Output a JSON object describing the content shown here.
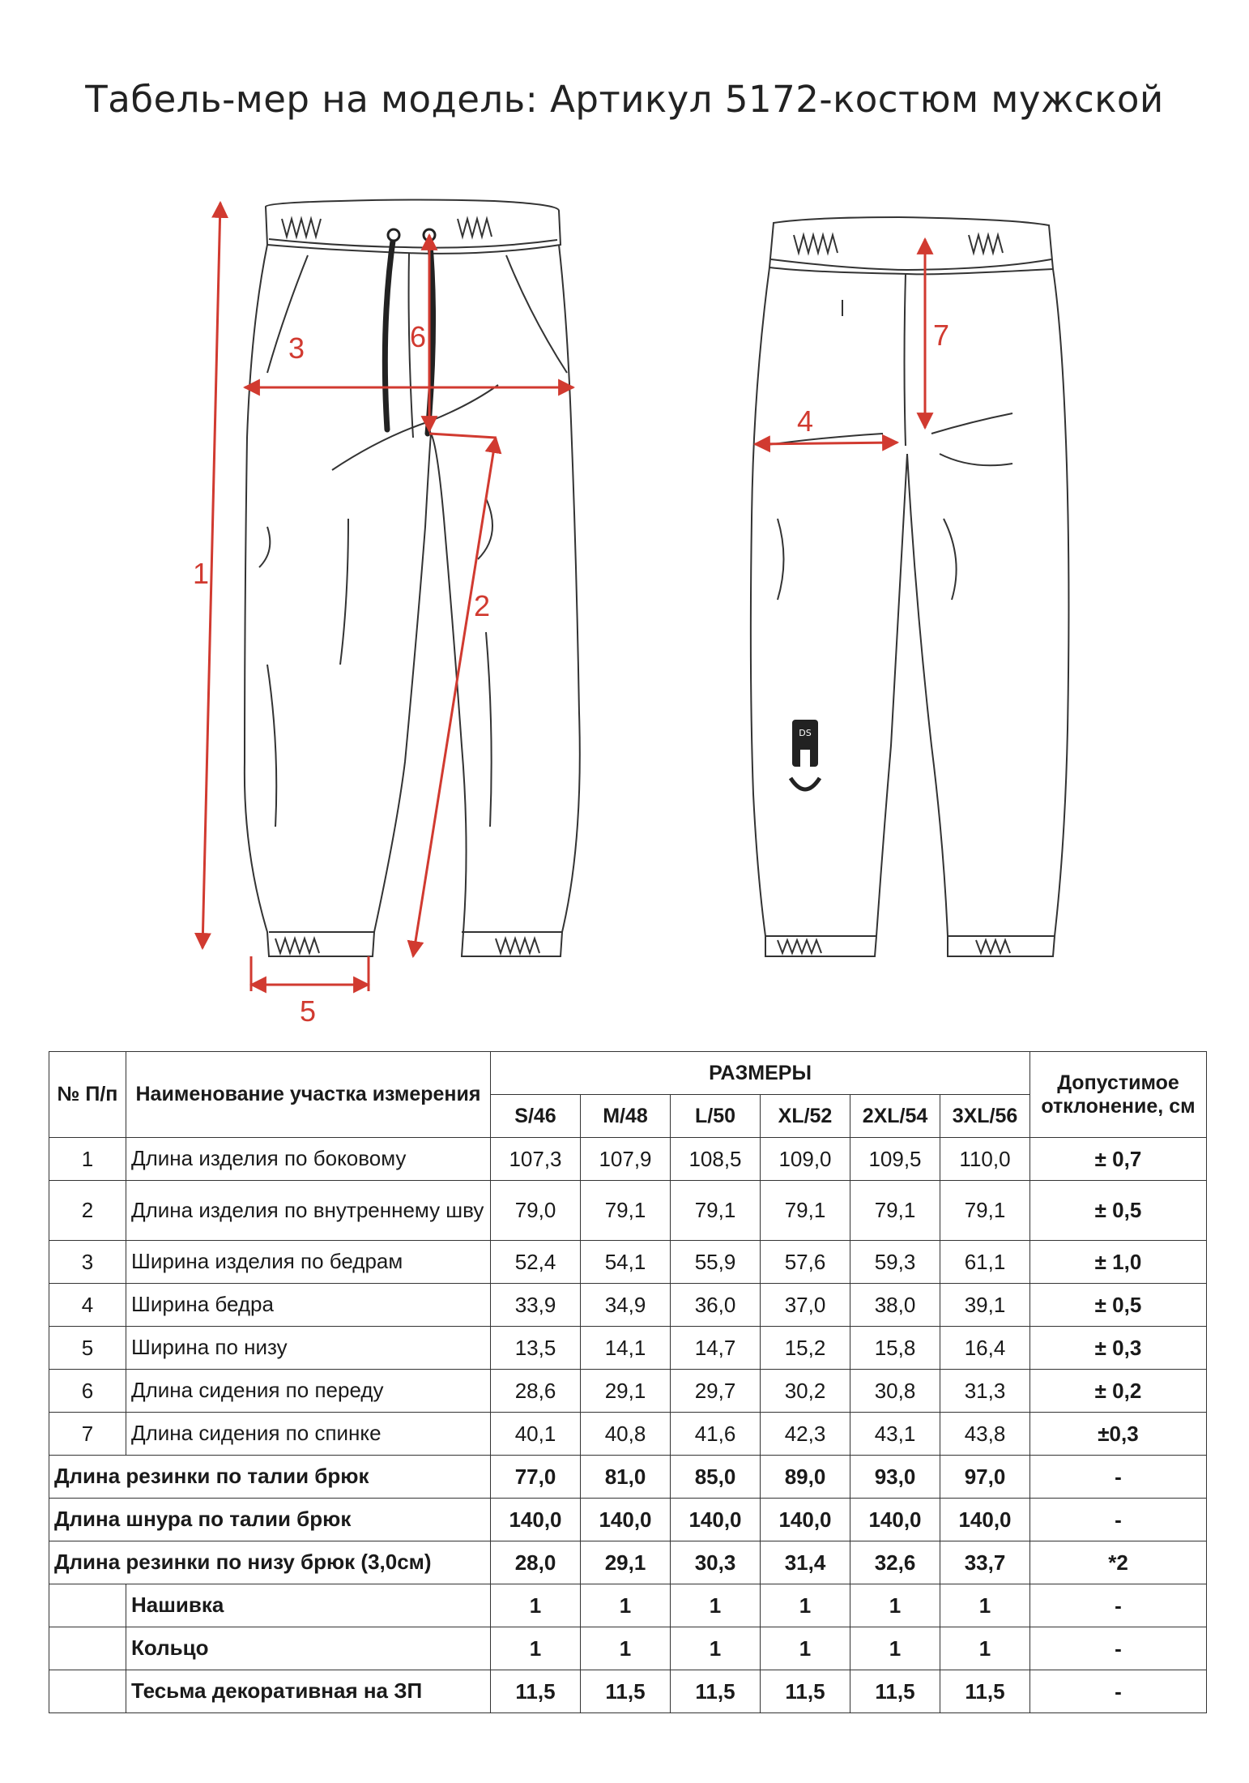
{
  "page": {
    "title": "Табель-мер на модель: Артикул 5172-костюм мужской"
  },
  "drawing": {
    "accent_color": "#d13a30",
    "dimension_labels": [
      "1",
      "2",
      "3",
      "4",
      "5",
      "6",
      "7"
    ],
    "logo_text": "DS"
  },
  "table": {
    "header": {
      "num": "№ П/п",
      "name": "Наименование участка измерения",
      "sizes_group": "РАЗМЕРЫ",
      "tolerance": "Допустимое отклонение, см",
      "sizes": [
        "S/46",
        "M/48",
        "L/50",
        "XL/52",
        "2XL/54",
        "3XL/56"
      ]
    },
    "rows": [
      {
        "num": "1",
        "name": "Длина изделия по боковому",
        "values": [
          "107,3",
          "107,9",
          "108,5",
          "109,0",
          "109,5",
          "110,0"
        ],
        "tol": "± 0,7"
      },
      {
        "num": "2",
        "name": "Длина изделия по внутреннему шву",
        "values": [
          "79,0",
          "79,1",
          "79,1",
          "79,1",
          "79,1",
          "79,1"
        ],
        "tol": "± 0,5"
      },
      {
        "num": "3",
        "name": "Ширина изделия по бедрам",
        "values": [
          "52,4",
          "54,1",
          "55,9",
          "57,6",
          "59,3",
          "61,1"
        ],
        "tol": "± 1,0"
      },
      {
        "num": "4",
        "name": "Ширина бедра",
        "values": [
          "33,9",
          "34,9",
          "36,0",
          "37,0",
          "38,0",
          "39,1"
        ],
        "tol": "± 0,5"
      },
      {
        "num": "5",
        "name": "Ширина по низу",
        "values": [
          "13,5",
          "14,1",
          "14,7",
          "15,2",
          "15,8",
          "16,4"
        ],
        "tol": "± 0,3"
      },
      {
        "num": "6",
        "name": "Длина сидения по переду",
        "values": [
          "28,6",
          "29,1",
          "29,7",
          "30,2",
          "30,8",
          "31,3"
        ],
        "tol": "± 0,2"
      },
      {
        "num": "7",
        "name": "Длина сидения по спинке",
        "values": [
          "40,1",
          "40,8",
          "41,6",
          "42,3",
          "43,1",
          "43,8"
        ],
        "tol": "±0,3"
      }
    ],
    "extra_rows": [
      {
        "name": "Длина резинки по талии брюк",
        "values": [
          "77,0",
          "81,0",
          "85,0",
          "89,0",
          "93,0",
          "97,0"
        ],
        "tol": "-"
      },
      {
        "name": "Длина шнура по талии брюк",
        "values": [
          "140,0",
          "140,0",
          "140,0",
          "140,0",
          "140,0",
          "140,0"
        ],
        "tol": "-"
      },
      {
        "name": "Длина резинки по низу брюк (3,0см)",
        "values": [
          "28,0",
          "29,1",
          "30,3",
          "31,4",
          "32,6",
          "33,7"
        ],
        "tol": "*2"
      }
    ],
    "accessory_rows": [
      {
        "name": "Нашивка",
        "values": [
          "1",
          "1",
          "1",
          "1",
          "1",
          "1"
        ],
        "tol": "-"
      },
      {
        "name": "Кольцо",
        "values": [
          "1",
          "1",
          "1",
          "1",
          "1",
          "1"
        ],
        "tol": "-"
      },
      {
        "name": "Тесьма декоративная на ЗП",
        "values": [
          "11,5",
          "11,5",
          "11,5",
          "11,5",
          "11,5",
          "11,5"
        ],
        "tol": "-"
      }
    ]
  }
}
